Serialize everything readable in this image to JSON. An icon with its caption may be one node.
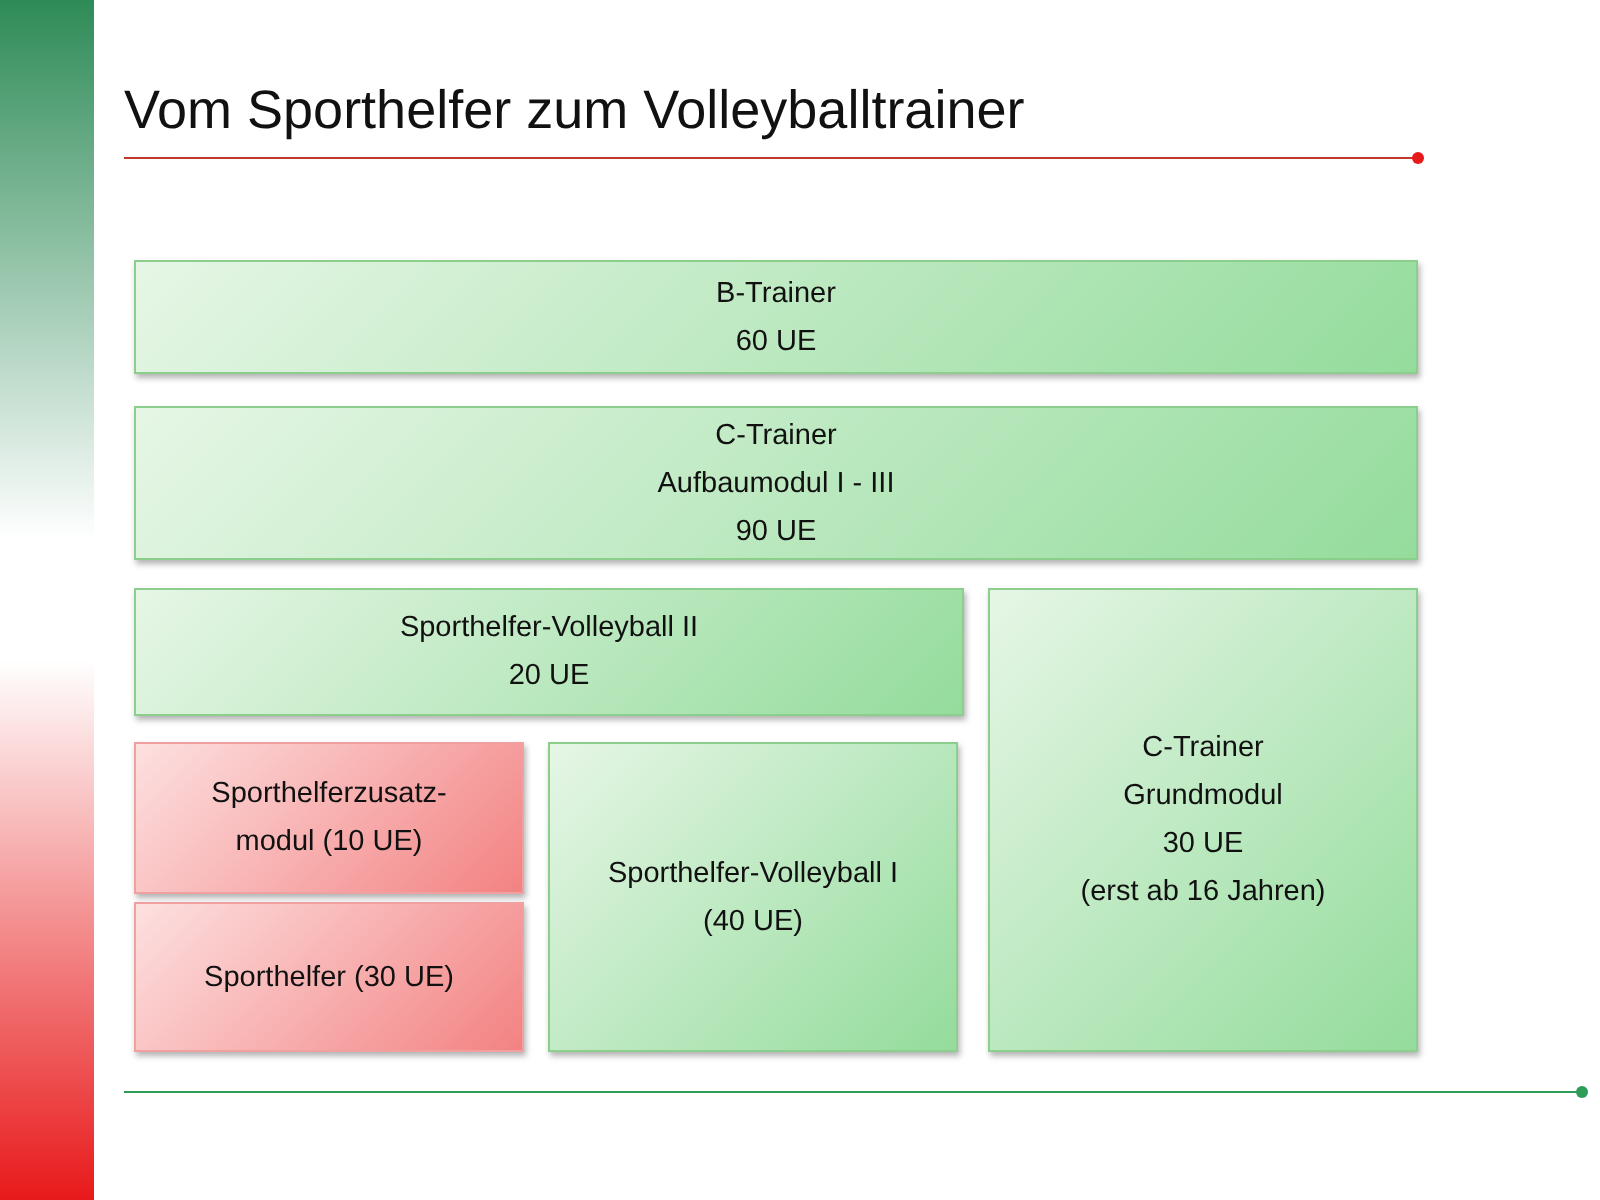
{
  "diagram": {
    "title": "Vom Sporthelfer zum Volleyballtrainer",
    "nodes": [
      {
        "text": [
          "B-Trainer",
          "60 UE"
        ]
      },
      {
        "text": [
          "C-Trainer",
          "Aufbaumodul I - III",
          "90 UE"
        ]
      },
      {
        "text": [
          "Sporthelfer-Volleyball II",
          "20 UE"
        ]
      },
      {
        "text": [
          "C-Trainer",
          "Grundmodul",
          "30 UE",
          "(erst ab 16 Jahren)"
        ]
      },
      {
        "text": [
          "Sporthelferzusatz-modul (10 UE)"
        ]
      },
      {
        "text": [
          "Sporthelfer-Volleyball I (40 UE)"
        ]
      },
      {
        "text": [
          "Sporthelfer (30 UE)"
        ]
      }
    ],
    "edges": []
  }
}
